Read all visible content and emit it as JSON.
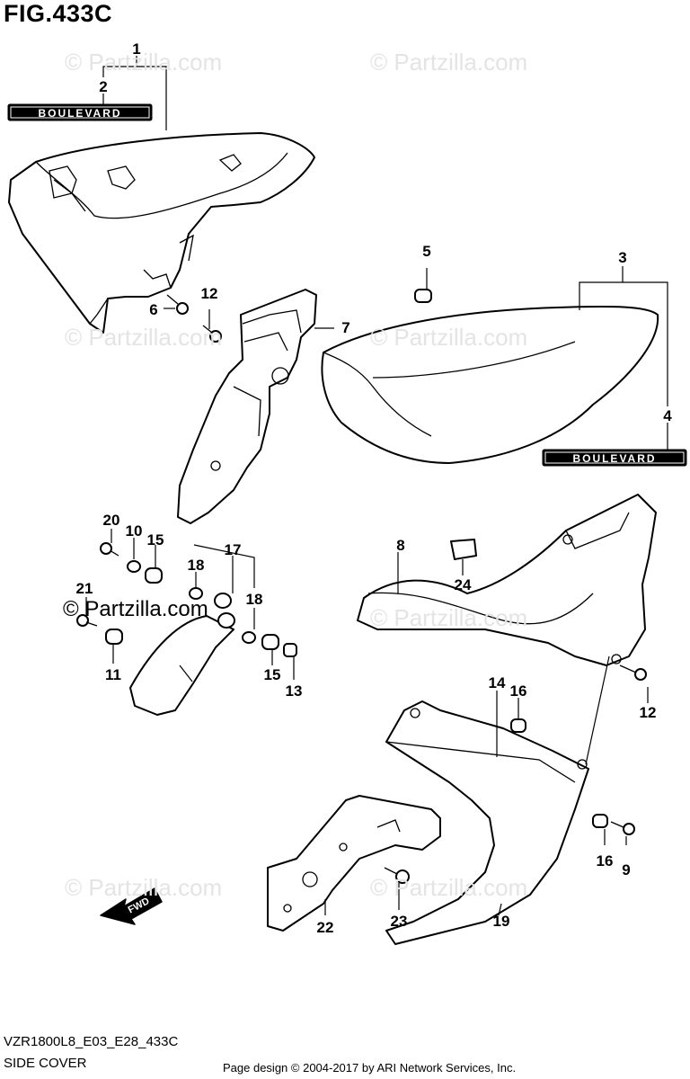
{
  "figure": {
    "title": "FIG.433C",
    "code": "VZR1800L8_E03_E28_433C",
    "name": "SIDE COVER",
    "credit": "Page design © 2004-2017 by ARI Network Services, Inc."
  },
  "watermark": {
    "text": "© Partzilla.com",
    "dark_text": "© Partzilla.com"
  },
  "badges": {
    "left_emblem": "BOULEVARD",
    "right_emblem": "BOULEVARD"
  },
  "fwd_arrow": {
    "label": "FWD"
  },
  "callouts": {
    "c1": "1",
    "c2": "2",
    "c3": "3",
    "c4": "4",
    "c5": "5",
    "c6": "6",
    "c7": "7",
    "c8": "8",
    "c9": "9",
    "c10": "10",
    "c11": "11",
    "c12a": "12",
    "c12b": "12",
    "c13": "13",
    "c14": "14",
    "c15a": "15",
    "c15b": "15",
    "c16a": "16",
    "c16b": "16",
    "c17": "17",
    "c18a": "18",
    "c18b": "18",
    "c19": "19",
    "c20": "20",
    "c21": "21",
    "c22": "22",
    "c23": "23",
    "c24": "24"
  }
}
